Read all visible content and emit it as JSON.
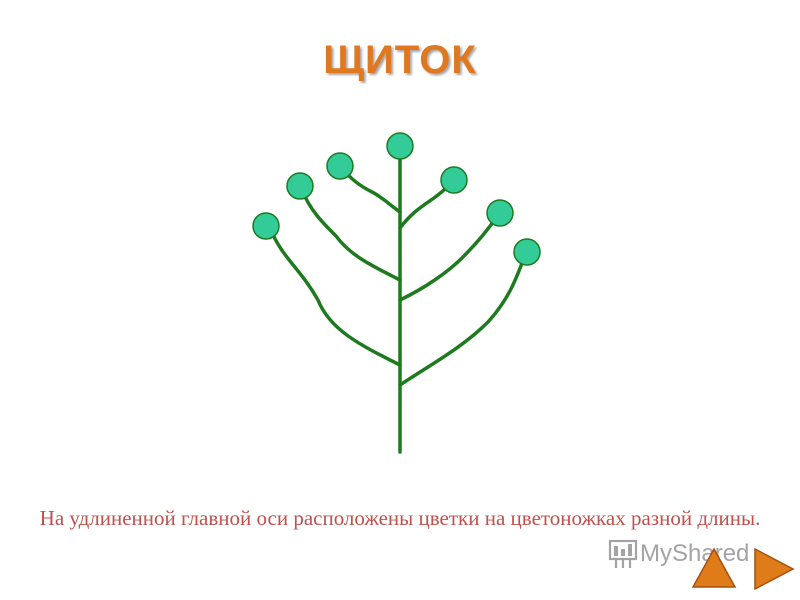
{
  "title": "ЩИТОК",
  "caption": "На удлиненной главной оси расположены цветки на цветоножках разной длины.",
  "watermark": "MyShared",
  "colors": {
    "title": "#e0781f",
    "stem": "#1e7a1e",
    "flower_fill": "#33cc99",
    "flower_stroke": "#1e7a1e",
    "caption": "#c0504d",
    "nav_fill": "#e07b1a"
  },
  "icons": {
    "nav_back": "triangle-up-icon",
    "nav_next": "triangle-right-icon",
    "watermark": "presentation-board-icon"
  }
}
